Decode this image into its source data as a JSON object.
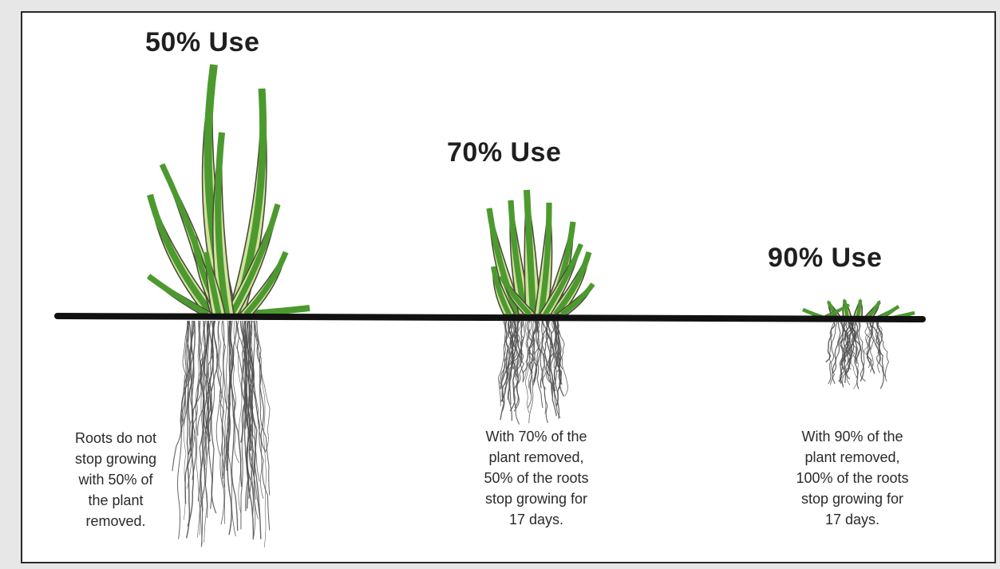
{
  "colors": {
    "leaf_dark": "#4c9a2f",
    "leaf_light": "#cfe39a",
    "leaf_outline": "#4a4a3a",
    "root": "#4f4f4f",
    "ground": "#111111"
  },
  "panels": [
    {
      "heading": "50% Use",
      "caption_lines": [
        "Roots do not",
        "stop growing",
        "with 50% of",
        "the plant",
        "removed."
      ],
      "icon": "tall-grass-plant"
    },
    {
      "heading": "70% Use",
      "caption_lines": [
        "With 70% of the",
        "plant removed,",
        "50% of the roots",
        "stop growing for",
        "17 days."
      ],
      "icon": "clipped-grass-plant"
    },
    {
      "heading": "90% Use",
      "caption_lines": [
        "With 90% of the",
        "plant removed,",
        "100% of the roots",
        "stop growing for",
        "17 days."
      ],
      "icon": "grazed-grass-plant"
    }
  ]
}
